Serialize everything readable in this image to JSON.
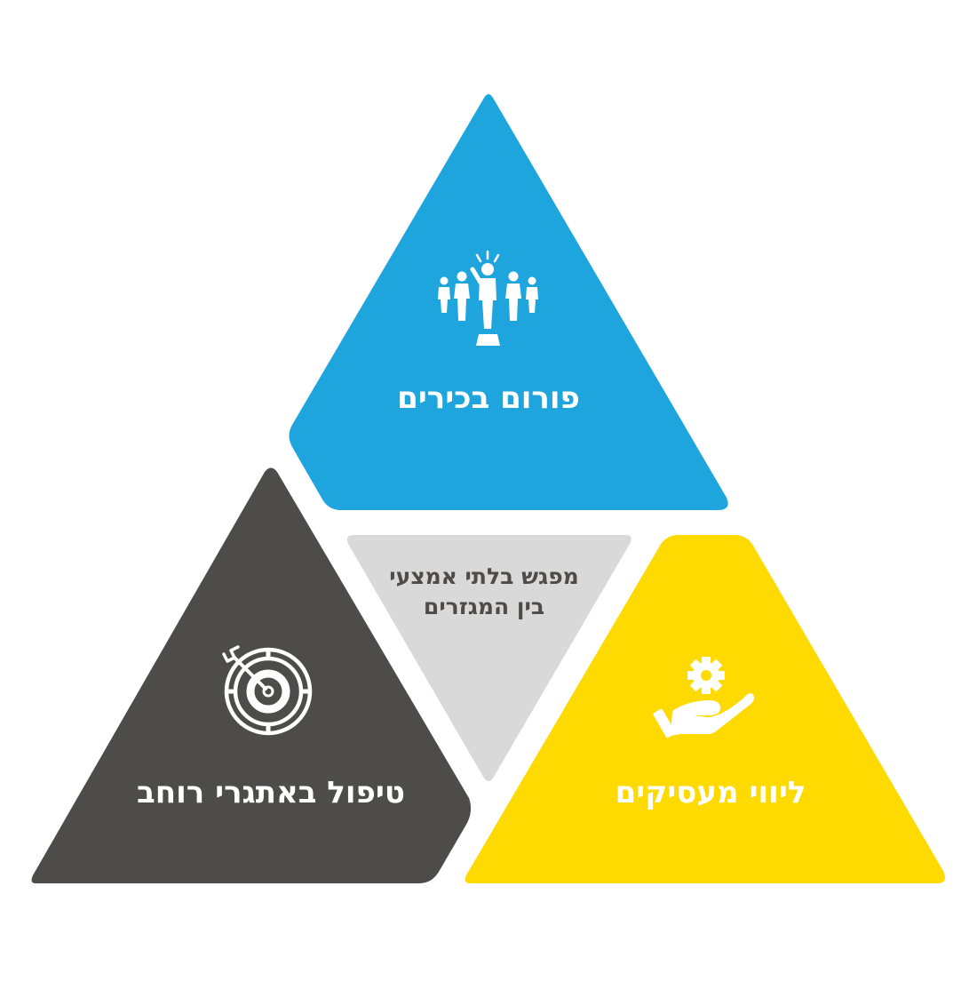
{
  "triangles": {
    "top": {
      "label": "פורום בכירים",
      "color": "#1EA5DE",
      "text_color": "#FFFFFF",
      "icon": "leader-group-icon"
    },
    "left": {
      "label": "טיפול באתגרי רוחב",
      "color": "#4D4C4A",
      "text_color": "#FFFFFF",
      "icon": "target-arrow-icon"
    },
    "right": {
      "label": "ליווי מעסיקים",
      "color": "#FFDA00",
      "text_color": "#FFFFFF",
      "icon": "hand-gear-icon"
    },
    "center": {
      "label": "מפגש בלתי אמצעי בין המגזרים",
      "color": "#D9D9D9",
      "text_color": "#4D4C4A"
    }
  }
}
